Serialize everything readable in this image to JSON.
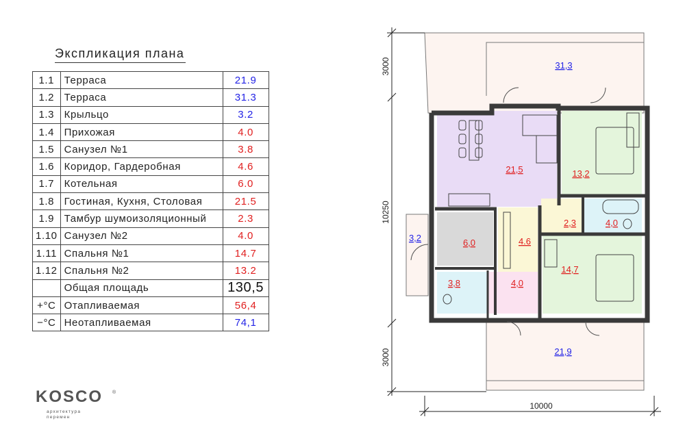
{
  "explication": {
    "title": "Экспликация плана",
    "rows": [
      {
        "num": "1.1",
        "name": "Терраса",
        "area": "21.9",
        "color": "blue"
      },
      {
        "num": "1.2",
        "name": "Терраса",
        "area": "31.3",
        "color": "blue"
      },
      {
        "num": "1.3",
        "name": "Крыльцо",
        "area": "3.2",
        "color": "blue"
      },
      {
        "num": "1.4",
        "name": "Прихожая",
        "area": "4.0",
        "color": "red"
      },
      {
        "num": "1.5",
        "name": "Санузел №1",
        "area": "3.8",
        "color": "red"
      },
      {
        "num": "1.6",
        "name": "Коридор, Гардеробная",
        "area": "4.6",
        "color": "red"
      },
      {
        "num": "1.7",
        "name": "Котельная",
        "area": "6.0",
        "color": "red"
      },
      {
        "num": "1.8",
        "name": "Гостиная, Кухня, Столовая",
        "area": "21.5",
        "color": "red"
      },
      {
        "num": "1.9",
        "name": "Тамбур шумоизоляционный",
        "area": "2.3",
        "color": "red"
      },
      {
        "num": "1.10",
        "name": "Санузел №2",
        "area": "4.0",
        "color": "red"
      },
      {
        "num": "1.11",
        "name": "Спальня №1",
        "area": "14.7",
        "color": "red"
      },
      {
        "num": "1.12",
        "name": "Спальня №2",
        "area": "13.2",
        "color": "red"
      }
    ],
    "total": {
      "name": "Общая площадь",
      "area": "130,5"
    },
    "heated": {
      "num": "+°C",
      "name": "Отапливаемая",
      "area": "56,4"
    },
    "unheated": {
      "num": "−°C",
      "name": "Неотапливаемая",
      "area": "74,1"
    }
  },
  "plan": {
    "rooms": {
      "terrace_top": "31,3",
      "terrace_bottom": "21,9",
      "porch": "3,2",
      "living": "21,5",
      "bedroom2": "13,2",
      "tambour": "2,3",
      "bath2": "4,0",
      "boiler": "6,0",
      "corridor": "4.6",
      "bath1": "3,8",
      "hall": "4,0",
      "bedroom1": "14,7"
    },
    "dimensions": {
      "top": "3000",
      "middle": "10250",
      "bottom": "3000",
      "width": "10000"
    }
  },
  "logo": {
    "mark": "KOSCO",
    "tagline_1": "архитектура",
    "tagline_2": "перемен",
    "registered": "®"
  },
  "colors": {
    "blue": "#2323e6",
    "red": "#e01e1e",
    "wall": "#3a3a3a",
    "living": "#e9dcf6",
    "bedroom": "#e4f5dc",
    "bath": "#ddf3f8",
    "yellow": "#fbf7d6",
    "pink": "#fbe2f0",
    "boiler": "#d9d9d9",
    "terrace": "#fdf4f0"
  }
}
